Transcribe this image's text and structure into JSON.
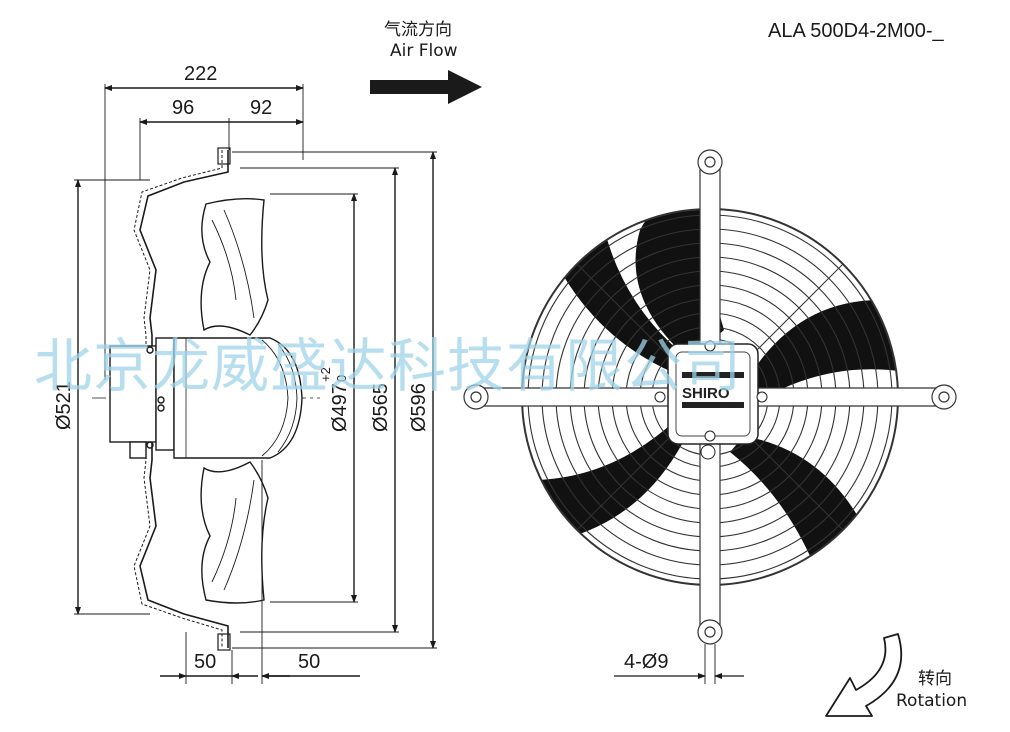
{
  "header": {
    "airflow_cn": "气流方向",
    "airflow_en": "Air Flow",
    "model": "ALA 500D4-2M00-_"
  },
  "side_view": {
    "dim_overall_depth": "222",
    "dim_left_depth": "96",
    "dim_right_depth": "92",
    "dim_bottom_left": "50",
    "dim_bottom_right": "50",
    "dia_521": "Ø521",
    "dia_497": "Ø497",
    "dia_497_tol_upper": "+2",
    "dia_497_tol_lower": "0",
    "dia_565": "Ø565",
    "dia_596": "Ø596"
  },
  "front_view": {
    "brand": "SHIRO",
    "mount_holes": "4-Ø9",
    "rotation_cn": "转向",
    "rotation_en": "Rotation"
  },
  "watermark": "北京龙威盛达科技有限公司",
  "colors": {
    "line": "#1a1a1a",
    "blade": "#111111",
    "watermark": "#9ed3ea"
  }
}
